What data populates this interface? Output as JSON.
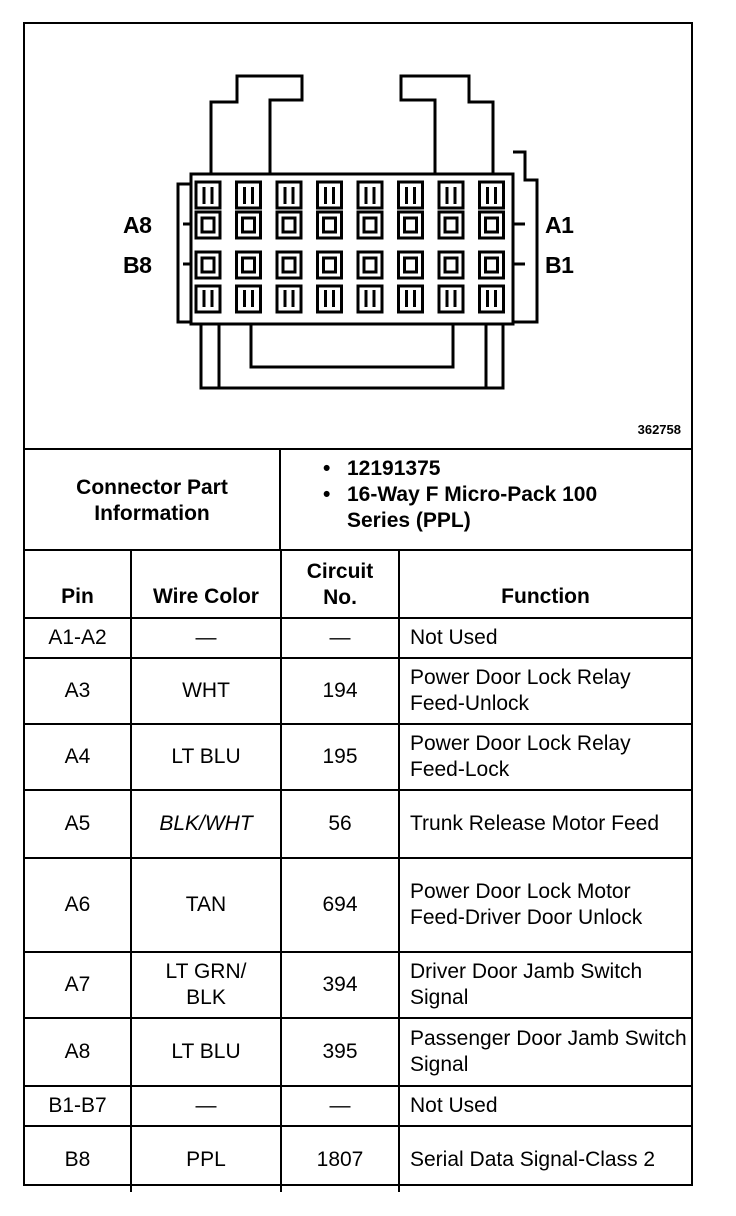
{
  "diagram": {
    "pin_labels": {
      "a8": "A8",
      "b8": "B8",
      "a1": "A1",
      "b1": "B1"
    },
    "figure_number": "362758"
  },
  "connector_info": {
    "label": "Connector Part Information",
    "items": [
      "12191375",
      "16-Way F Micro-Pack 100 Series (PPL)"
    ]
  },
  "table": {
    "headers": [
      "Pin",
      "Wire Color",
      "Circuit No.",
      "Function"
    ],
    "rows": [
      {
        "pin": "A1-A2",
        "wire_color": "—",
        "circuit": "—",
        "function": "Not Used"
      },
      {
        "pin": "A3",
        "wire_color": "WHT",
        "circuit": "194",
        "function": "Power Door Lock Relay Feed-Unlock"
      },
      {
        "pin": "A4",
        "wire_color": "LT BLU",
        "circuit": "195",
        "function": "Power Door Lock Relay Feed-Lock"
      },
      {
        "pin": "A5",
        "wire_color": "BLK/WHT",
        "circuit": "56",
        "function": "Trunk Release Motor Feed"
      },
      {
        "pin": "A6",
        "wire_color": "TAN",
        "circuit": "694",
        "function": "Power Door Lock Motor Feed-Driver Door Unlock"
      },
      {
        "pin": "A7",
        "wire_color": "LT GRN/ BLK",
        "circuit": "394",
        "function": "Driver Door Jamb Switch Signal"
      },
      {
        "pin": "A8",
        "wire_color": "LT BLU",
        "circuit": "395",
        "function": "Passenger Door Jamb Switch Signal"
      },
      {
        "pin": "B1-B7",
        "wire_color": "—",
        "circuit": "—",
        "function": "Not Used"
      },
      {
        "pin": "B8",
        "wire_color": "PPL",
        "circuit": "1807",
        "function": "Serial Data Signal-Class 2"
      }
    ]
  }
}
